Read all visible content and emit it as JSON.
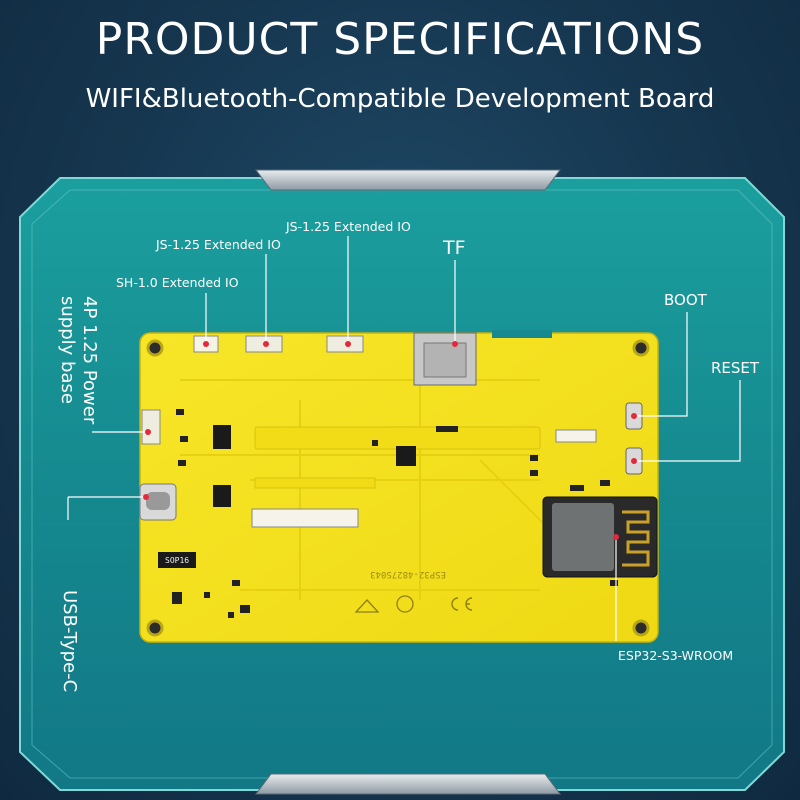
{
  "header": {
    "title": "PRODUCT SPECIFICATIONS",
    "subtitle": "WIFI&Bluetooth-Compatible Development Board"
  },
  "callouts": {
    "js_top": "JS-1.25 Extended IO",
    "js_mid": "JS-1.25 Extended IO",
    "sh": "SH-1.0 Extended IO",
    "tf": "TF",
    "boot": "BOOT",
    "reset": "RESET",
    "power_line1": "4P 1.25 Power",
    "power_line2": "supply base",
    "usb": "USB-Type-C",
    "module": "ESP32-S3-WROOM"
  },
  "board": {
    "chip_marking": "SOP16",
    "silkscreen": "ESP32-4827S043",
    "color": "#f4e21a",
    "frame_color": "#1aa6a3"
  },
  "icons": [
    "chevron-frame",
    "ce-mark",
    "recycle-mark"
  ]
}
